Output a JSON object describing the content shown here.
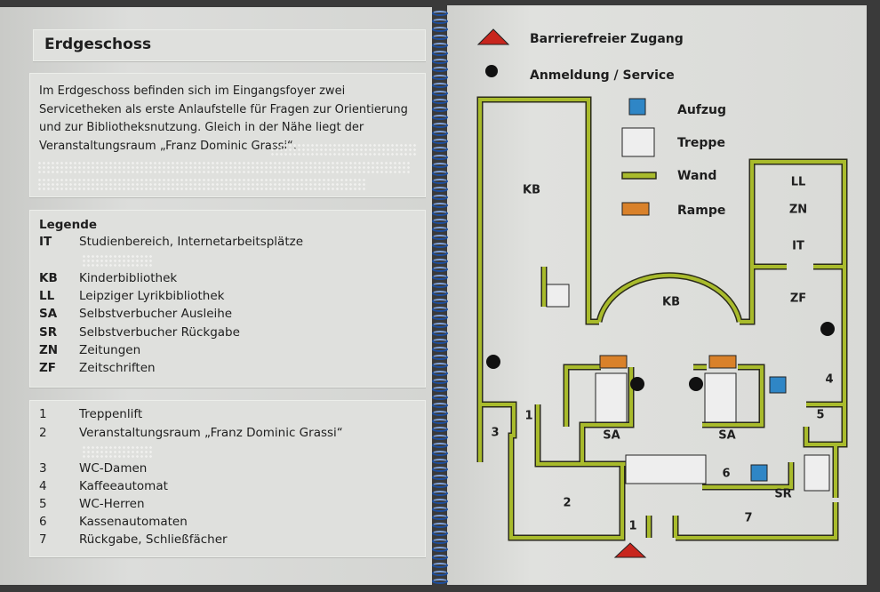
{
  "left": {
    "title": "Erdgeschoss",
    "description": "Im Erdgeschoss befinden sich im Eingangsfoyer zwei Servicetheken als erste Anlaufstelle für Fragen zur Orientierung und zur Bibliotheksnutzung. Gleich in der Nähe liegt der Veranstaltungsraum „Franz Dominic Grassi“.",
    "legend_title": "Legende",
    "legend": [
      {
        "code": "IT",
        "label": "Studienbereich, Internetarbeitsplätze"
      },
      {
        "code": "KB",
        "label": "Kinderbibliothek"
      },
      {
        "code": "LL",
        "label": "Leipziger Lyrikbibliothek"
      },
      {
        "code": "SA",
        "label": "Selbstverbucher Ausleihe"
      },
      {
        "code": "SR",
        "label": "Selbstverbucher Rückgabe"
      },
      {
        "code": "ZN",
        "label": "Zeitungen"
      },
      {
        "code": "ZF",
        "label": "Zeitschriften"
      }
    ],
    "numbers": [
      {
        "code": "1",
        "label": "Treppenlift"
      },
      {
        "code": "2",
        "label": "Veranstaltungsraum „Franz Dominic Grassi“"
      },
      {
        "code": "3",
        "label": "WC-Damen"
      },
      {
        "code": "4",
        "label": "Kaffeeautomat"
      },
      {
        "code": "5",
        "label": "WC-Herren"
      },
      {
        "code": "6",
        "label": "Kassenautomaten"
      },
      {
        "code": "7",
        "label": "Rückgabe, Schließfächer"
      }
    ]
  },
  "map_legend": {
    "entrance": "Barrierefreier Zugang",
    "service": "Anmeldung / Service",
    "elevator": "Aufzug",
    "stairs": "Treppe",
    "wall": "Wand",
    "ramp": "Rampe"
  },
  "rooms": {
    "kb_left": "KB",
    "ll": "LL",
    "zn": "ZN",
    "it": "IT",
    "zf": "ZF",
    "kb_center": "KB",
    "sa_left": "SA",
    "sa_right": "SA",
    "r1a": "1",
    "r3": "3",
    "r2": "2",
    "r6": "6",
    "sr": "SR",
    "r7": "7",
    "r1b": "1",
    "r4": "4",
    "r5": "5"
  },
  "colors": {
    "wall": "#a9bb2c",
    "entrance": "#c8261e",
    "elevator": "#2f86c6",
    "ramp": "#d9812a",
    "spiral": "#1d4fa0"
  }
}
